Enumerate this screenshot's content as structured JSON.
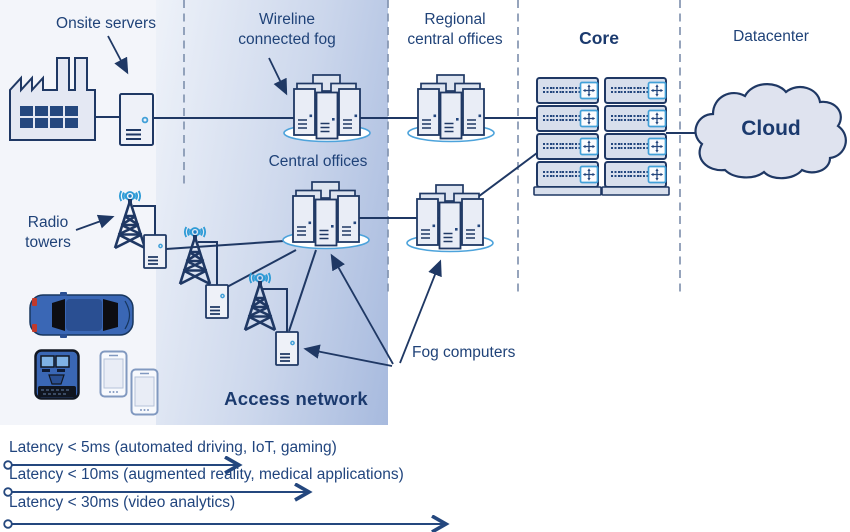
{
  "labels": {
    "onsite_servers": "Onsite servers",
    "wireline_1": "Wireline",
    "wireline_2": "connected fog",
    "regional_1": "Regional",
    "regional_2": "central offices",
    "core": "Core",
    "datacenter": "Datacenter",
    "cloud": "Cloud",
    "central_offices": "Central offices",
    "radio_1": "Radio",
    "radio_2": "towers",
    "access_network": "Access network",
    "fog_computers": "Fog computers"
  },
  "latency": [
    {
      "label": "Latency < 5ms (automated driving, IoT, gaming)"
    },
    {
      "label": "Latency < 10ms (augmented reality, medical applications)"
    },
    {
      "label": "Latency < 30ms (video analytics)"
    }
  ],
  "colors": {
    "line_navy": "#1F3864",
    "text_navy": "#1F4278",
    "light_blue_accent": "#41A0D8",
    "wave_blue": "#2E9BD6",
    "region_gradient_start": "#EEF2F9",
    "region_gradient_end": "#A7BADE",
    "dashed_divider": "#8495B1",
    "cloud_fill": "#DFE3EF",
    "car_blue": "#3A67B5"
  },
  "icons": {
    "factory-icon": "sawtooth-roof building with chimneys and window grid",
    "server-tower-icon": "upright server box with status dot and vents",
    "server-cluster-icon": "three servers on ellipse platform",
    "radio-tower-icon": "lattice mast with radiating waves",
    "rack-unit-icon": "rack chassis with port dots and router module",
    "router-icon": "four-direction arrows in square",
    "cloud-icon": "scalloped cloud outline",
    "car-icon": "car top view",
    "portable-device-icon": "handheld terminal with dual screens",
    "smartphone-icon": "phone outline with screen"
  }
}
